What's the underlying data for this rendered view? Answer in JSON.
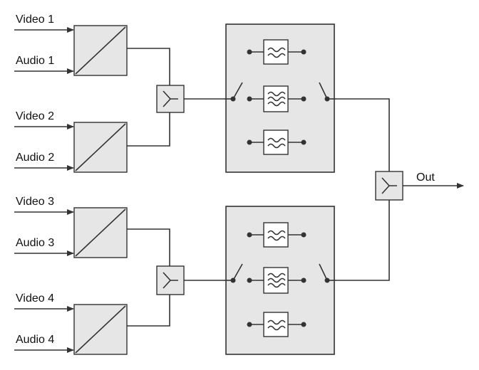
{
  "inputs": [
    {
      "video": "Video 1",
      "audio": "Audio 1"
    },
    {
      "video": "Video 2",
      "audio": "Audio 2"
    },
    {
      "video": "Video 3",
      "audio": "Audio 3"
    },
    {
      "video": "Video 4",
      "audio": "Audio 4"
    }
  ],
  "output_label": "Out",
  "icons": {
    "modulator": "diagonal-line-icon",
    "combiner": "combiner-icon",
    "filter": "bandpass-filter-icon",
    "switch": "switch-icon"
  }
}
